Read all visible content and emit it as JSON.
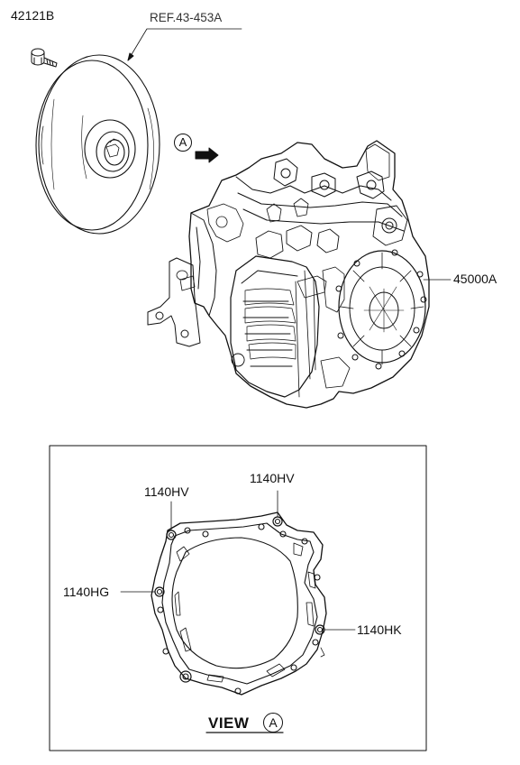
{
  "labels": {
    "bolt_part": "42121B",
    "ref_converter": "REF.43-453A",
    "transaxle_assy": "45000A",
    "dowel_top_left": "1140HV",
    "dowel_top_right": "1140HV",
    "dowel_left": "1140HG",
    "dowel_right": "1140HK"
  },
  "view": {
    "title": "VIEW",
    "marker": "A"
  },
  "direction_marker": "A"
}
